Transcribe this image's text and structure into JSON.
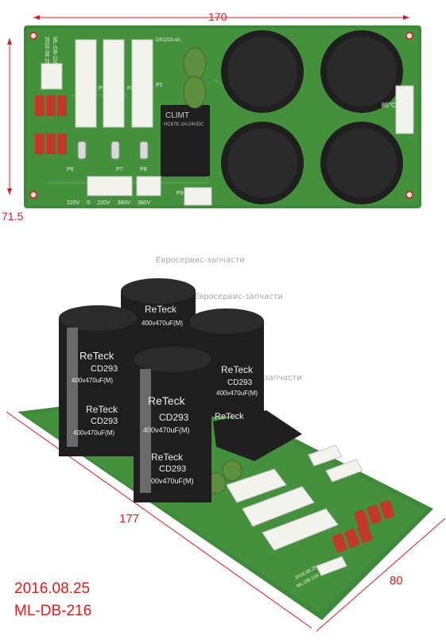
{
  "top_photo": {
    "width_label": "170",
    "height_label": "71.5",
    "pcb_silkscreen": {
      "date_code": "2016.08.25",
      "model_code": "ML-DB-216",
      "board_code": "DP2233-4A",
      "relay_brand": "CLIMT",
      "relay_model": "HC67E-1H-24VDC",
      "connector_labels": [
        "220V",
        "0",
        "220V",
        "380V",
        "380V"
      ],
      "port_labels": [
        "P6",
        "P7",
        "P8",
        "P9",
        "P1",
        "P2",
        "P3"
      ],
      "sensor_label": "85°C"
    }
  },
  "watermarks": [
    "Евросервис-запчасти",
    "Евросервис-запчасти",
    "Евросервис-запчасти"
  ],
  "bottom_photo": {
    "length_label": "177",
    "width_label": "80",
    "capacitor": {
      "brand": "ReTeck",
      "model": "CD293",
      "rating": "400v470uF(M)",
      "rating_cut": "00v470uF(M)"
    },
    "pcb_silkscreen": {
      "date_code": "2016.08.25",
      "model_code": "ML-DB-216"
    }
  },
  "caption": {
    "line1": "2016.08.25",
    "line2": "ML-DB-216"
  },
  "colors": {
    "pcb_green": "#3f8a3a",
    "capacitor_black": "#1e1e1e",
    "dimension_red": "#d42020",
    "resistor_red": "#c0392b"
  }
}
